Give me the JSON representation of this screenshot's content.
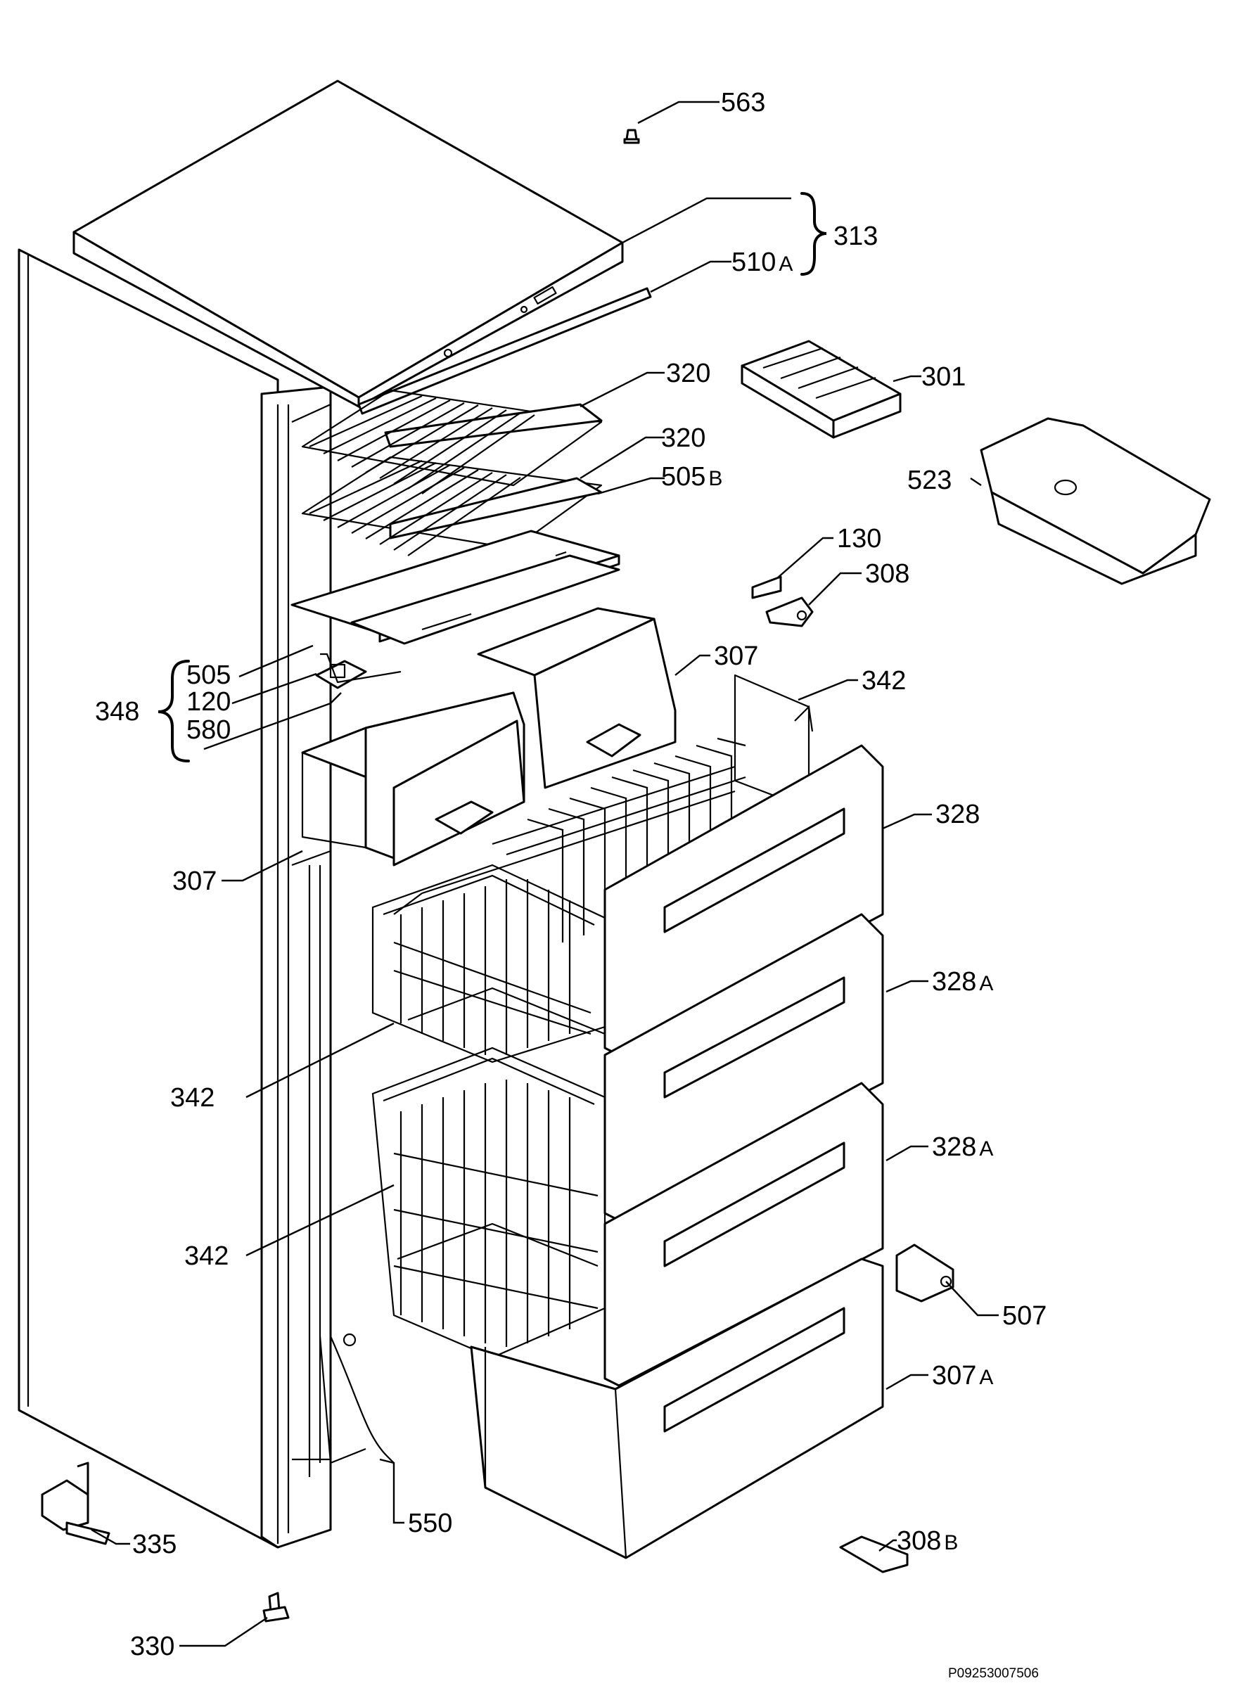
{
  "figure_code": "P09253007506",
  "parts": {
    "p563": {
      "number": "563",
      "suffix": ""
    },
    "p313": {
      "number": "313",
      "suffix": ""
    },
    "p510a": {
      "number": "510",
      "suffix": "A"
    },
    "p301": {
      "number": "301",
      "suffix": ""
    },
    "p320a": {
      "number": "320",
      "suffix": ""
    },
    "p320b": {
      "number": "320",
      "suffix": ""
    },
    "p505b": {
      "number": "505",
      "suffix": "B"
    },
    "p523": {
      "number": "523",
      "suffix": ""
    },
    "p130": {
      "number": "130",
      "suffix": ""
    },
    "p308": {
      "number": "308",
      "suffix": ""
    },
    "p505": {
      "number": "505",
      "suffix": ""
    },
    "p120": {
      "number": "120",
      "suffix": ""
    },
    "p348": {
      "number": "348",
      "suffix": ""
    },
    "p580": {
      "number": "580",
      "suffix": ""
    },
    "p307a": {
      "number": "307",
      "suffix": ""
    },
    "p342a": {
      "number": "342",
      "suffix": ""
    },
    "p328": {
      "number": "328",
      "suffix": ""
    },
    "p307b": {
      "number": "307",
      "suffix": ""
    },
    "p328a1": {
      "number": "328",
      "suffix": "A"
    },
    "p342b": {
      "number": "342",
      "suffix": ""
    },
    "p328a2": {
      "number": "328",
      "suffix": "A"
    },
    "p342c": {
      "number": "342",
      "suffix": ""
    },
    "p507": {
      "number": "507",
      "suffix": ""
    },
    "p307A": {
      "number": "307",
      "suffix": "A"
    },
    "p550": {
      "number": "550",
      "suffix": ""
    },
    "p335": {
      "number": "335",
      "suffix": ""
    },
    "p308b": {
      "number": "308",
      "suffix": "B"
    },
    "p330": {
      "number": "330",
      "suffix": ""
    }
  }
}
